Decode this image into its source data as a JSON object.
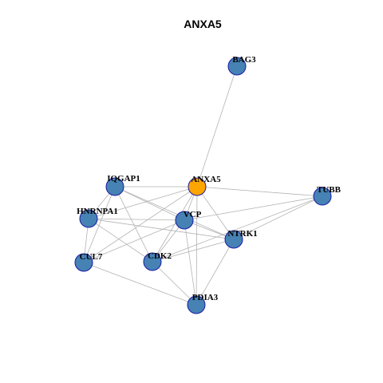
{
  "title": "ANXA5",
  "colors": {
    "node_fill": "#4682b4",
    "node_stroke": "#1a1aa6",
    "focus_fill": "#ffa500",
    "edge": "#b3b3b3"
  },
  "nodes": [
    {
      "id": "ANXA5",
      "focus": true
    },
    {
      "id": "BAG3",
      "focus": false
    },
    {
      "id": "IQGAP1",
      "focus": false
    },
    {
      "id": "TUBB",
      "focus": false
    },
    {
      "id": "HNRNPA1",
      "focus": false
    },
    {
      "id": "VCP",
      "focus": false
    },
    {
      "id": "NTRK1",
      "focus": false
    },
    {
      "id": "CUL7",
      "focus": false
    },
    {
      "id": "CDK2",
      "focus": false
    },
    {
      "id": "PDIA3",
      "focus": false
    }
  ],
  "edges": [
    [
      "ANXA5",
      "BAG3"
    ],
    [
      "ANXA5",
      "IQGAP1"
    ],
    [
      "ANXA5",
      "TUBB"
    ],
    [
      "ANXA5",
      "HNRNPA1"
    ],
    [
      "ANXA5",
      "VCP"
    ],
    [
      "ANXA5",
      "NTRK1"
    ],
    [
      "ANXA5",
      "CUL7"
    ],
    [
      "ANXA5",
      "CDK2"
    ],
    [
      "ANXA5",
      "PDIA3"
    ],
    [
      "IQGAP1",
      "VCP"
    ],
    [
      "IQGAP1",
      "NTRK1"
    ],
    [
      "IQGAP1",
      "CUL7"
    ],
    [
      "IQGAP1",
      "CDK2"
    ],
    [
      "IQGAP1",
      "HNRNPA1"
    ],
    [
      "HNRNPA1",
      "VCP"
    ],
    [
      "HNRNPA1",
      "NTRK1"
    ],
    [
      "HNRNPA1",
      "CUL7"
    ],
    [
      "HNRNPA1",
      "CDK2"
    ],
    [
      "VCP",
      "TUBB"
    ],
    [
      "VCP",
      "NTRK1"
    ],
    [
      "VCP",
      "CUL7"
    ],
    [
      "VCP",
      "CDK2"
    ],
    [
      "VCP",
      "PDIA3"
    ],
    [
      "TUBB",
      "NTRK1"
    ],
    [
      "TUBB",
      "CDK2"
    ],
    [
      "NTRK1",
      "CDK2"
    ],
    [
      "NTRK1",
      "PDIA3"
    ],
    [
      "CUL7",
      "PDIA3"
    ],
    [
      "CDK2",
      "PDIA3"
    ]
  ]
}
